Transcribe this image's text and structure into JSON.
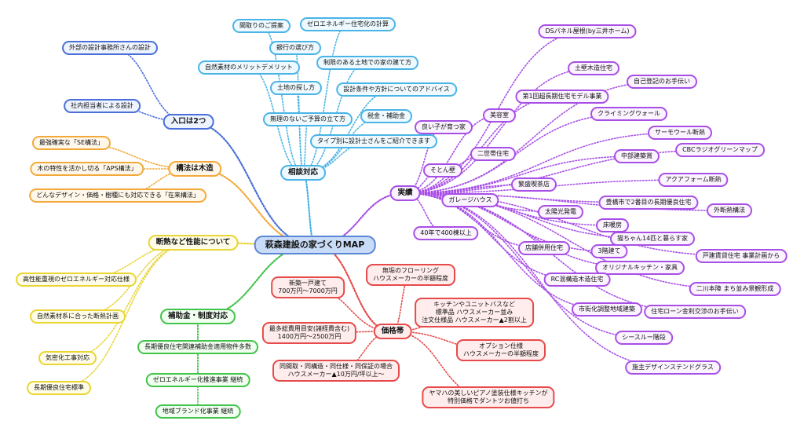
{
  "colors": {
    "center": {
      "bg": "#c9dcf7",
      "border": "#5a86d6"
    },
    "blue": {
      "bg": "#eef4ff",
      "border": "#4a6fd8",
      "line": "#4a6fd8"
    },
    "orange": {
      "bg": "#fff7ea",
      "border": "#f3a93a",
      "line": "#f3a93a"
    },
    "yellow": {
      "bg": "#fffde8",
      "border": "#e9d534",
      "line": "#e9d534"
    },
    "green": {
      "bg": "#f1fff0",
      "border": "#42c34a",
      "line": "#42c34a"
    },
    "red": {
      "bg": "#ffecec",
      "border": "#e64a4a",
      "line": "#e64a4a"
    },
    "purple": {
      "bg": "#fbf3ff",
      "border": "#a84fe6",
      "line": "#a84fe6"
    },
    "cyan": {
      "bg": "#eefaff",
      "border": "#4ab4e6",
      "line": "#4ab4e6"
    }
  },
  "center": "萩森建設の家づくりMAP",
  "branches": {
    "entrance": {
      "label": "入口は2つ",
      "items": [
        "外部の設計事務所さんの設計",
        "社内担当者による設計"
      ]
    },
    "structure": {
      "label": "構法は木造",
      "items": [
        "最強確実な「SE構法」",
        "木の特性を活かし切る「APS構法」",
        "どんなデザイン・価格・樹種にも対応できる「在来構法」"
      ]
    },
    "performance": {
      "label": "断熱など性能について",
      "items": [
        "高性能重視のゼロエネルギー対応仕様",
        "自然素材系に合った断熱計画",
        "気密化工事対応",
        "長期優良住宅標準"
      ]
    },
    "subsidy": {
      "label": "補助金・制度対応",
      "items": [
        "長期優良住宅関連補助金適用物件多数",
        "ゼロエネルギー化推進事業 継続",
        "地域ブランド化事業 継続"
      ]
    },
    "price": {
      "label": "価格帯",
      "items": [
        [
          "新築一戸建て",
          "700万円〜7000万円"
        ],
        [
          "最多総費用目安(諸経費含む)",
          "1400万円〜2500万円"
        ],
        [
          "同間取・同構造・同仕様・同保証の場合",
          "ハウスメーカー▲10万円/坪以上〜"
        ],
        [
          "無垢のフローリング",
          "ハウスメーカーの半額程度"
        ],
        [
          "キッチンやユニットバスなど",
          "標準品 ハウスメーカー並み",
          "注文仕様品 ハウスメーカー▲2割以上"
        ],
        [
          "オプション仕様",
          "ハウスメーカーの半額程度"
        ],
        [
          "ヤマハの美しいピアノ塗装仕様キッチンが",
          "特別価格でダントツお値打ち"
        ]
      ]
    },
    "consult": {
      "label": "相談対応",
      "items": [
        "間取りのご提案",
        "ゼロエネルギー住宅化の計算",
        "銀行の選び方",
        "自然素材のメリットデメリット",
        "制限のある土地での家の建て方",
        "土地の探し方",
        "設計条件や方針についてのアドバイス",
        "無理のないご予算の立て方",
        "税金・補助金",
        "タイプ別に設計士さんをご紹介できます"
      ]
    },
    "results": {
      "label": "実績",
      "items": [
        "DSパネル屋根(by三井ホーム)",
        "土壁木造住宅",
        "自己登記のお手伝い",
        "第1回超長期住宅モデル事業",
        "美容室",
        "良い子が育つ家",
        "クライミングウォール",
        "サーモウール断熱",
        "二世帯住宅",
        "CBCラジオグリーンマップ",
        "中部建築賞",
        "そとん壁",
        "アクアフォーム断熱",
        "繁盛喫茶店",
        "ガレージハウス",
        "豊橋市で2番目の長期優良住宅",
        "外断熱構法",
        "太陽光発電",
        "床暖房",
        "40年で400棟以上",
        "猫ちゃん14匹と暮らす家",
        "店舗併用住宅",
        "3階建て",
        "戸建賃貸住宅 事業計画から",
        "オリジナルキッチン・家具",
        "RC混構造木造住宅",
        "二川本陣 まち並み景観形成",
        "市街化調整地域建築",
        "住宅ローン金利交渉のお手伝い",
        "シースルー階段",
        "施主デザインステンドグラス"
      ]
    }
  }
}
